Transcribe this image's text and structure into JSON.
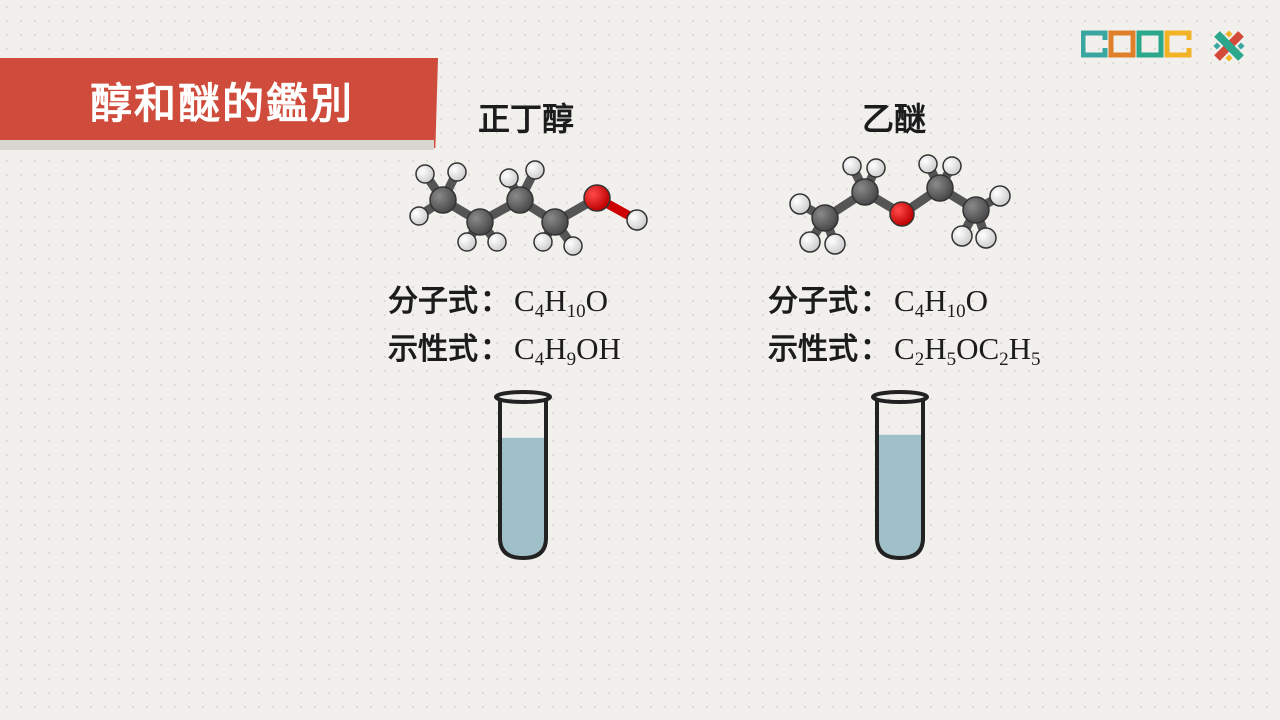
{
  "title": "醇和醚的鑑別",
  "brand": {
    "logo_text": "COOC",
    "logo_icon": "cross-pattern-icon",
    "colors": [
      "#3aa6a0",
      "#e07f2a",
      "#f1b427",
      "#2ba88b",
      "#d34a3a"
    ]
  },
  "accent_color": "#cf4c3c",
  "left": {
    "name": "正丁醇",
    "molecular_label": "分子式",
    "molecular_formula": [
      {
        "t": "C"
      },
      {
        "s": "4"
      },
      {
        "t": "H"
      },
      {
        "s": "10"
      },
      {
        "t": "O"
      }
    ],
    "structural_label": "示性式",
    "structural_formula": [
      {
        "t": "C"
      },
      {
        "s": "4"
      },
      {
        "t": "H"
      },
      {
        "s": "9"
      },
      {
        "t": "OH"
      }
    ],
    "liquid_level": 0.76
  },
  "right": {
    "name": "乙醚",
    "molecular_label": "分子式",
    "molecular_formula": [
      {
        "t": "C"
      },
      {
        "s": "4"
      },
      {
        "t": "H"
      },
      {
        "s": "10"
      },
      {
        "t": "O"
      }
    ],
    "structural_label": "示性式",
    "structural_formula": [
      {
        "t": "C"
      },
      {
        "s": "2"
      },
      {
        "t": "H"
      },
      {
        "s": "5"
      },
      {
        "t": "OC"
      },
      {
        "s": "2"
      },
      {
        "t": "H"
      },
      {
        "s": "5"
      }
    ],
    "liquid_level": 0.78
  },
  "colon": "："
}
